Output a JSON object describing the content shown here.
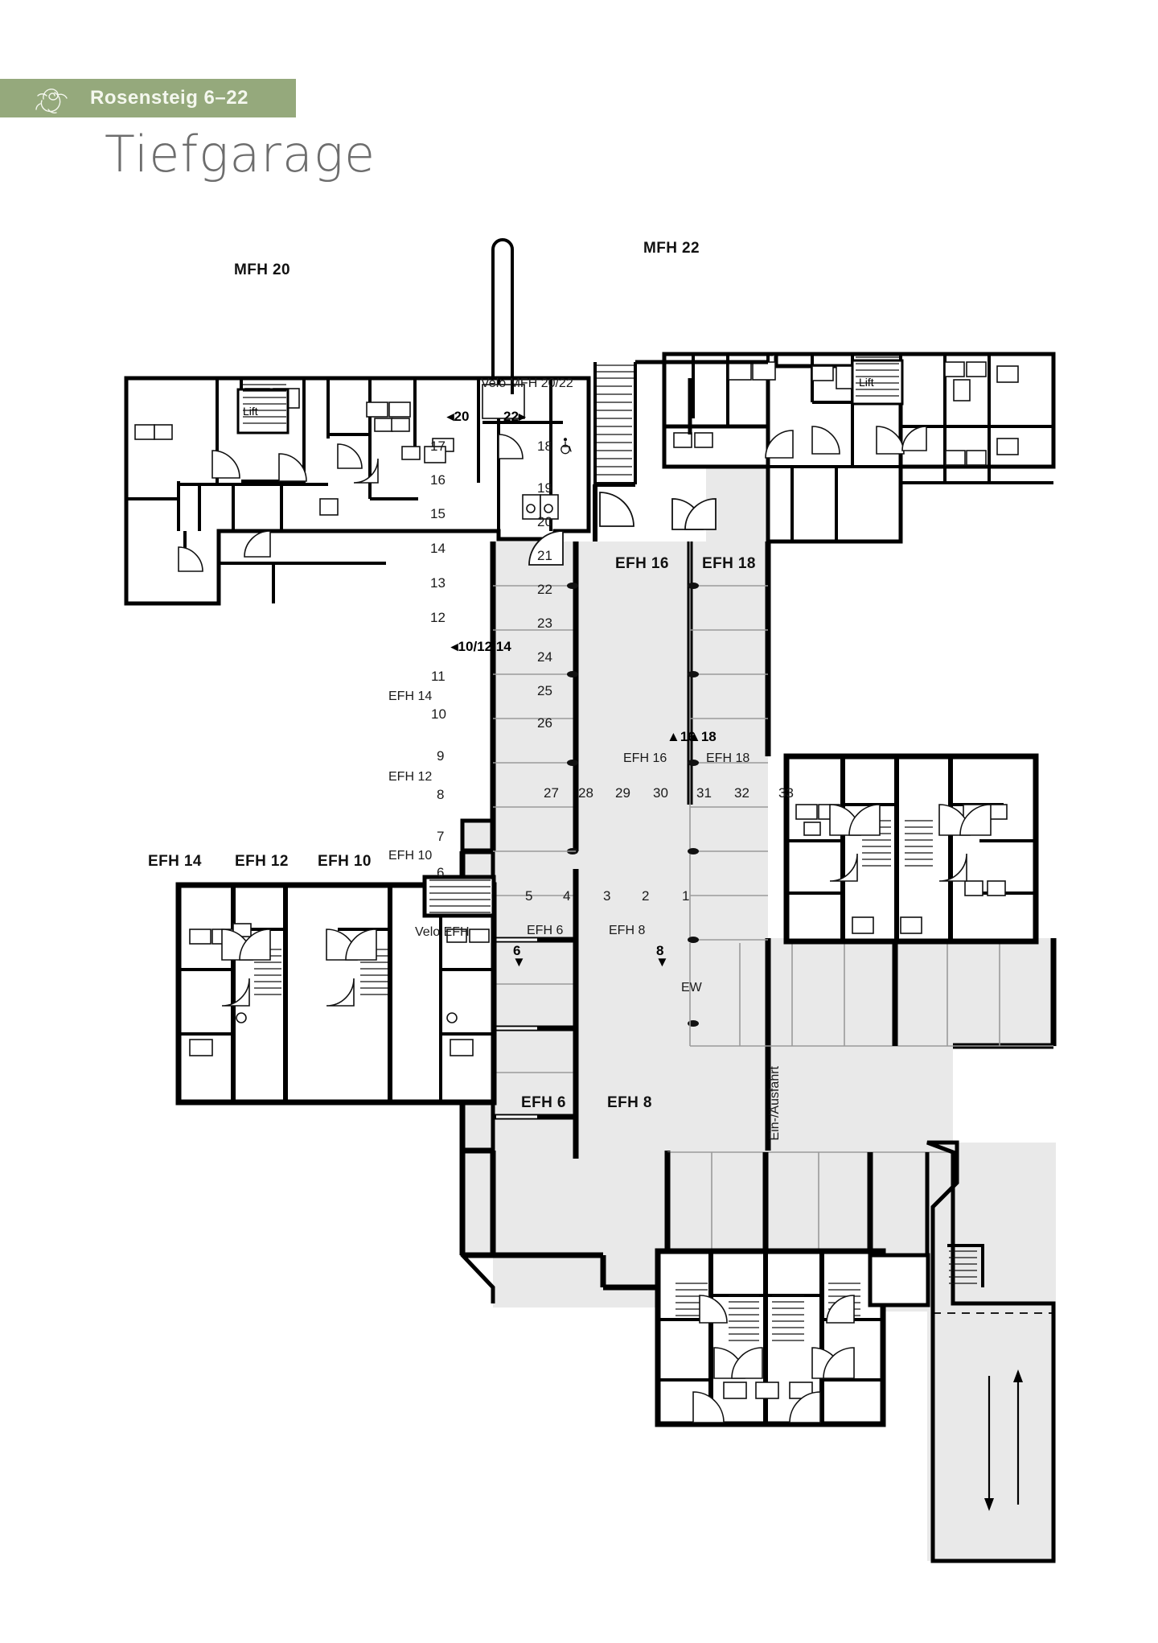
{
  "header": {
    "banner_title": "Rosensteig 6–22",
    "logo_icon": "rose-icon",
    "page_title": "Tiefgarage",
    "banner_color": "#95a97c",
    "title_color": "#6d6d6d"
  },
  "buildings": {
    "mfh_20": "MFH 20",
    "mfh_22": "MFH 22",
    "efh_16": "EFH 16",
    "efh_18": "EFH 18",
    "efh_14": "EFH 14",
    "efh_12": "EFH 12",
    "efh_10": "EFH 10",
    "efh_6": "EFH 6",
    "efh_8": "EFH 8"
  },
  "rooms": {
    "lift_mfh20": "Lift",
    "lift_mfh22": "Lift",
    "velo_mfh": "Velo MFH 20/22",
    "velo_efh": "Velo EFH",
    "ew": "EW",
    "entrance_exit": "Ein-/Ausfahrt"
  },
  "direction_markers": {
    "to_20": "20",
    "to_22": "22",
    "to_101214": "10/12/14",
    "to_16": "16",
    "to_18": "18",
    "to_6": "6",
    "to_8": "8"
  },
  "cellar_tags": {
    "efh_14": "EFH 14",
    "efh_12": "EFH 12",
    "efh_10": "EFH 10",
    "efh_16": "EFH 16",
    "efh_18": "EFH 18",
    "efh_6": "EFH 6",
    "efh_8": "EFH 8"
  },
  "parking": {
    "left_column": [
      "17",
      "16",
      "15",
      "14",
      "13",
      "12"
    ],
    "left_lower_column": [
      "11",
      "10",
      "9",
      "8",
      "7",
      "6"
    ],
    "right_column": [
      "18",
      "19",
      "20",
      "21",
      "22",
      "23",
      "24",
      "25",
      "26"
    ],
    "bottom_row": [
      "27",
      "28",
      "29",
      "30",
      "31",
      "32",
      "33"
    ],
    "south_row": [
      "5",
      "4",
      "3",
      "2",
      "1"
    ],
    "accessible_slot": "18",
    "accessible_icon": "wheelchair-icon"
  },
  "colors": {
    "slot_fill": "#e9e9e9",
    "wall": "#000000",
    "hairline": "#9a9a9a"
  }
}
